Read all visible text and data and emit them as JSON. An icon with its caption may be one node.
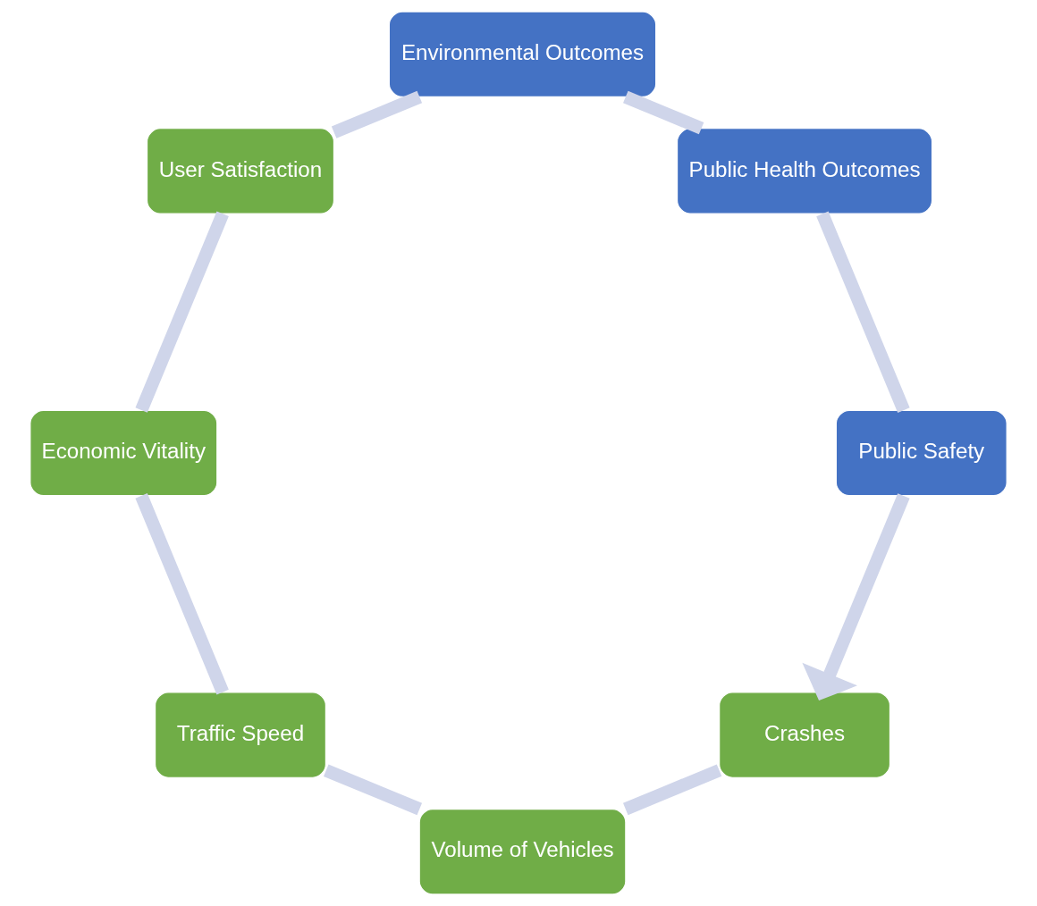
{
  "diagram": {
    "nodes": [
      {
        "text": [
          "Crashes"
        ]
      },
      {
        "text": [
          "Volume of Vehicles"
        ]
      },
      {
        "text": [
          "Traffic Speed"
        ]
      },
      {
        "text": [
          "Economic Vitality"
        ]
      },
      {
        "text": [
          "User Satisfaction"
        ]
      },
      {
        "text": [
          "Environmental Outcomes"
        ]
      },
      {
        "text": [
          "Public Health Outcomes"
        ]
      },
      {
        "text": [
          "Public Safety"
        ]
      }
    ],
    "edges": [
      {
        "from": 0,
        "to": 1,
        "arrow": "none"
      },
      {
        "from": 1,
        "to": 2,
        "arrow": "none"
      },
      {
        "from": 2,
        "to": 3,
        "arrow": "none"
      },
      {
        "from": 3,
        "to": 4,
        "arrow": "none"
      },
      {
        "from": 4,
        "to": 5,
        "arrow": "none"
      },
      {
        "from": 5,
        "to": 6,
        "arrow": "none"
      },
      {
        "from": 6,
        "to": 7,
        "arrow": "none"
      },
      {
        "from": 7,
        "to": 0,
        "arrow": "to"
      }
    ]
  }
}
